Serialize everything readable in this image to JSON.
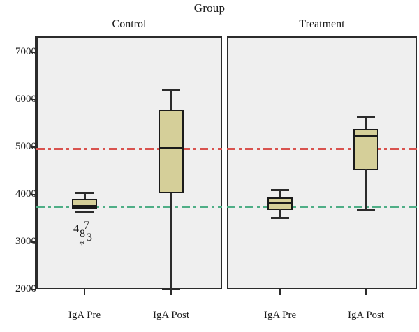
{
  "chart_data": {
    "type": "box",
    "title": "Group",
    "xlabel": "",
    "ylabel": "",
    "ylim": [
      2000,
      7000
    ],
    "yticks": [
      7000,
      6000,
      5000,
      4000,
      3000,
      2000
    ],
    "ytick_labels": [
      "7000",
      "6000",
      "5000",
      "4000",
      "3000",
      "2000"
    ],
    "grid": false,
    "legend": "none",
    "panels": [
      {
        "name": "Control",
        "categories": [
          "IgA Pre",
          "IgA Post"
        ],
        "boxes": [
          {
            "category": "IgA Pre",
            "whisker_low": 3740,
            "q1": 3760,
            "median": 3820,
            "q3": 3900,
            "whisker_high": 4050,
            "outliers": [
              {
                "label": "4",
                "value": 3210
              },
              {
                "label": "7",
                "value": 3290
              },
              {
                "label": "8",
                "value": 3150
              },
              {
                "label": "3",
                "value": 3080
              },
              {
                "label": "*",
                "value": 2930
              }
            ]
          },
          {
            "category": "IgA Post",
            "whisker_low": 2120,
            "q1": 4030,
            "median": 4980,
            "q3": 5780,
            "whisker_high": 6200,
            "outliers": []
          }
        ]
      },
      {
        "name": "Treatment",
        "categories": [
          "IgA Pre",
          "IgA Post"
        ],
        "boxes": [
          {
            "category": "IgA Pre",
            "whisker_low": 3560,
            "q1": 3780,
            "median": 3870,
            "q3": 3950,
            "whisker_high": 4100,
            "outliers": []
          },
          {
            "category": "IgA Post",
            "whisker_low": 3770,
            "q1": 4540,
            "median": 5250,
            "q3": 5390,
            "whisker_high": 5650,
            "outliers": []
          }
        ]
      }
    ],
    "reference_lines": [
      {
        "name": "post-reference",
        "value": 4950,
        "color": "#d9534f",
        "style": "dash-dot"
      },
      {
        "name": "pre-reference",
        "value": 3770,
        "color": "#4fae86",
        "style": "dash-dot"
      }
    ],
    "colors": {
      "box_fill": "#d5cf99",
      "box_edge": "#1a1a1a",
      "panel_background": "#efefef",
      "panel_border": "#2b2b2b",
      "reference_red": "#d9534f",
      "reference_green": "#4fae86"
    }
  },
  "labels": {
    "chart_title": "Group",
    "panel_control": "Control",
    "panel_treatment": "Treatment",
    "y_7000": "7000",
    "y_6000": "6000",
    "y_5000": "5000",
    "y_4000": "4000",
    "y_3000": "3000",
    "y_2000": "2000",
    "x_control_pre": "IgA Pre",
    "x_control_post": "IgA Post",
    "x_treatment_pre": "IgA Pre",
    "x_treatment_post": "IgA Post",
    "outlier_4": "4",
    "outlier_7": "7",
    "outlier_8": "8",
    "outlier_3": "3",
    "outlier_star": "*"
  }
}
